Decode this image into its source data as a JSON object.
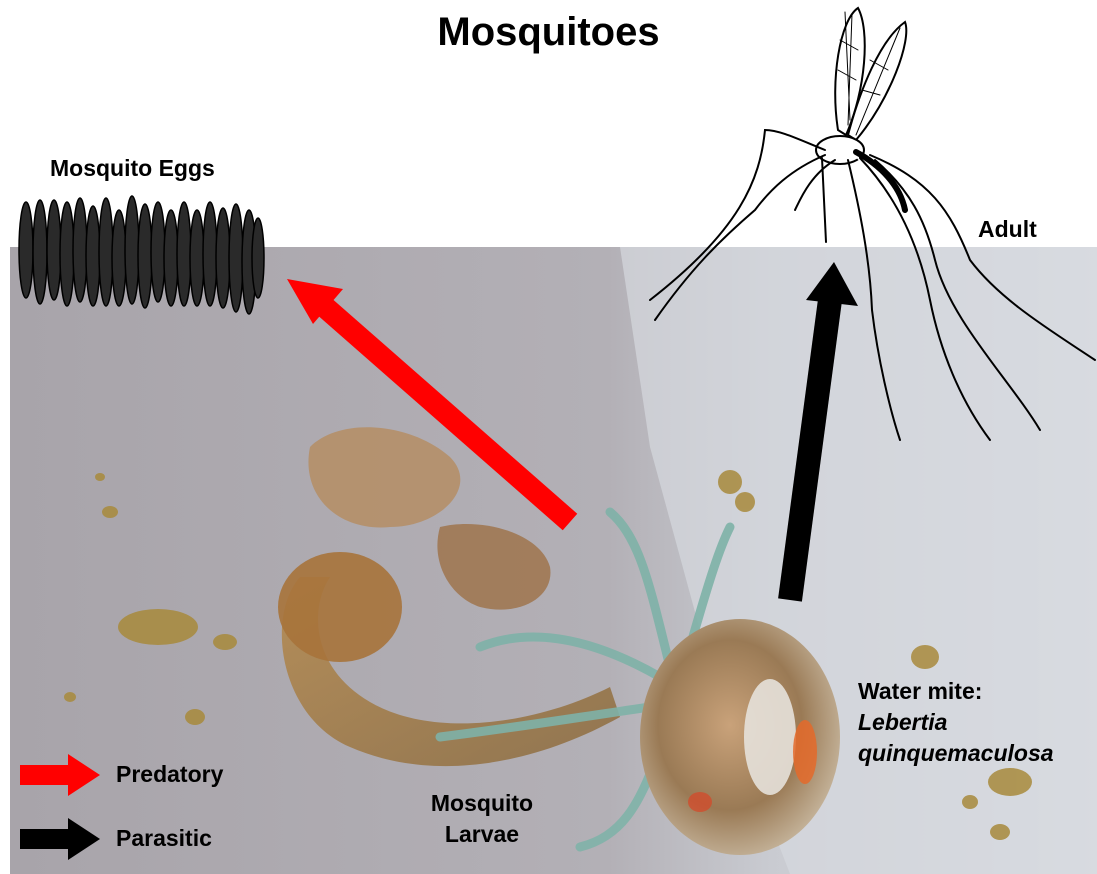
{
  "title": "Mosquitoes",
  "labels": {
    "eggs": "Mosquito Eggs",
    "adult": "Adult",
    "mite_line1": "Water mite:",
    "mite_species_line1": "Lebertia",
    "mite_species_line2": "quinquemaculosa",
    "larvae_line1": "Mosquito",
    "larvae_line2": "Larvae"
  },
  "legend": [
    {
      "label": "Predatory",
      "color": "#ff0000"
    },
    {
      "label": "Parasitic",
      "color": "#000000"
    }
  ],
  "colors": {
    "predatory_arrow": "#ff0000",
    "parasitic_arrow": "#000000",
    "photo_background": "#a9a6ab"
  },
  "icons": [
    "mosquito-eggs-icon",
    "adult-mosquito-icon",
    "water-mite-icon",
    "mosquito-larva-icon"
  ]
}
